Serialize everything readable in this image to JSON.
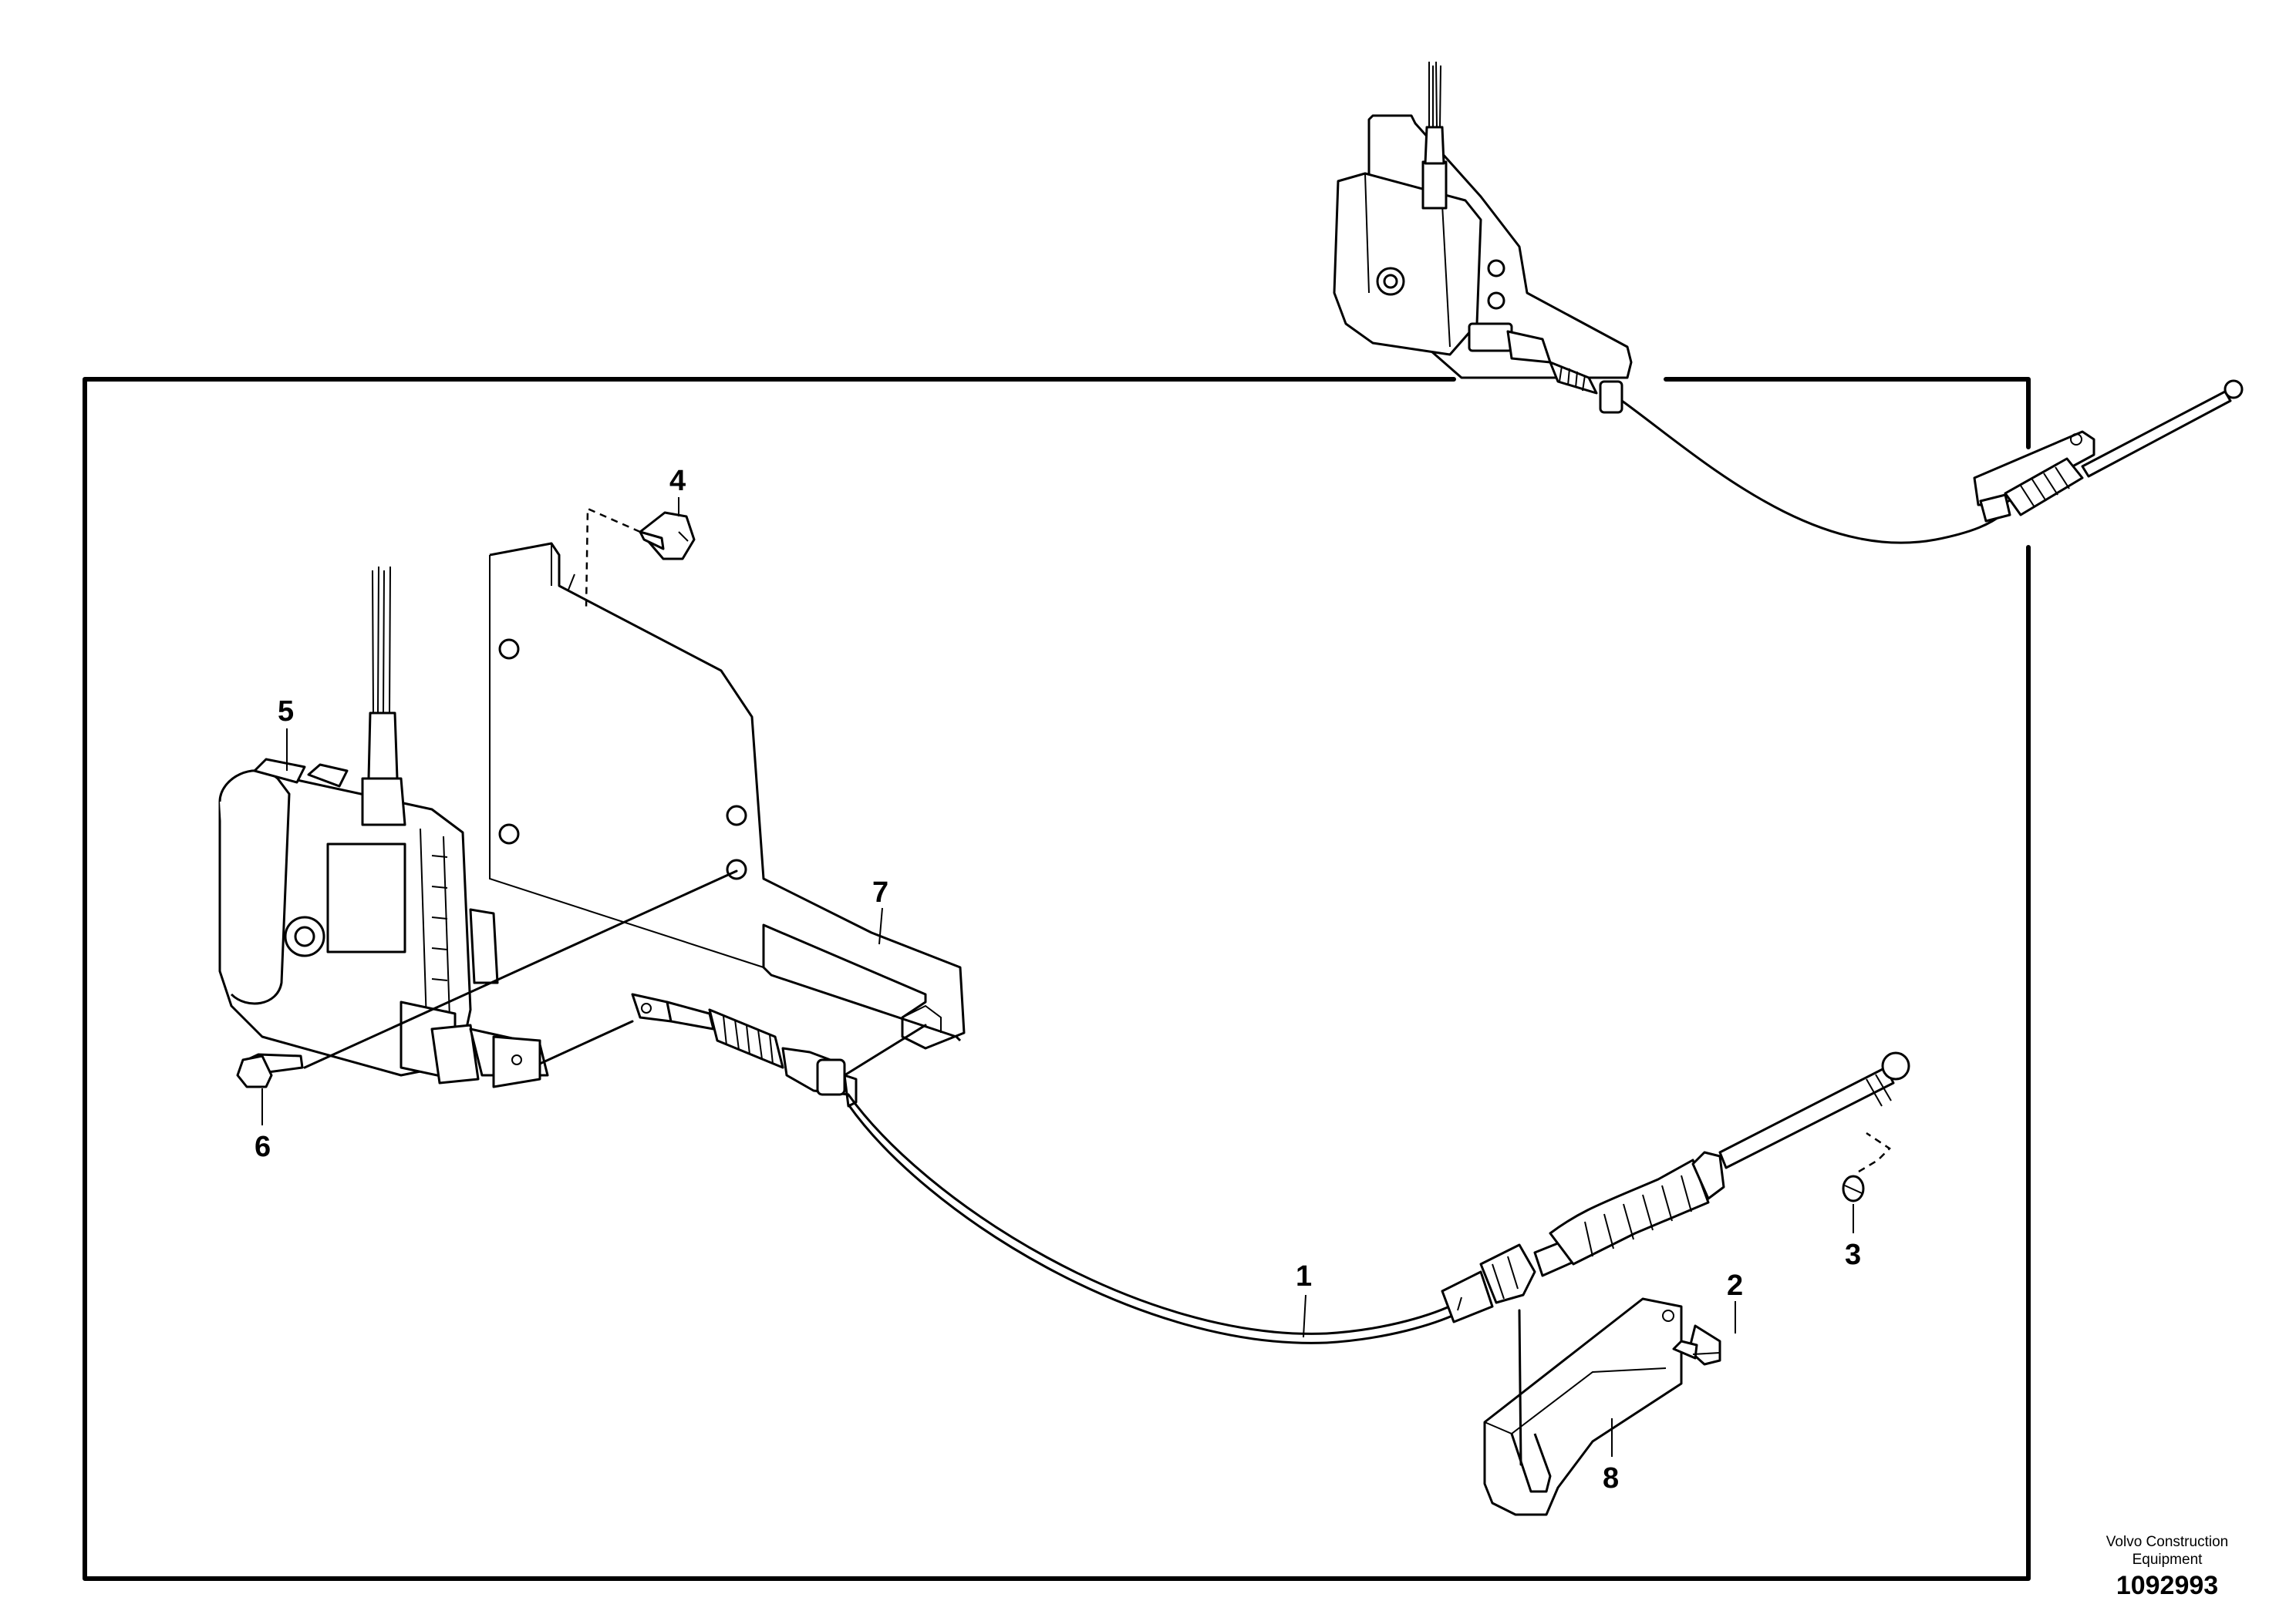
{
  "diagram": {
    "callouts": [
      {
        "id": "1",
        "label": "1"
      },
      {
        "id": "2",
        "label": "2"
      },
      {
        "id": "3",
        "label": "3"
      },
      {
        "id": "4",
        "label": "4"
      },
      {
        "id": "5",
        "label": "5"
      },
      {
        "id": "6",
        "label": "6"
      },
      {
        "id": "7",
        "label": "7"
      },
      {
        "id": "8",
        "label": "8"
      }
    ]
  },
  "credit": {
    "line1": "Volvo Construction",
    "line2": "Equipment",
    "drawing_number": "1092993"
  }
}
